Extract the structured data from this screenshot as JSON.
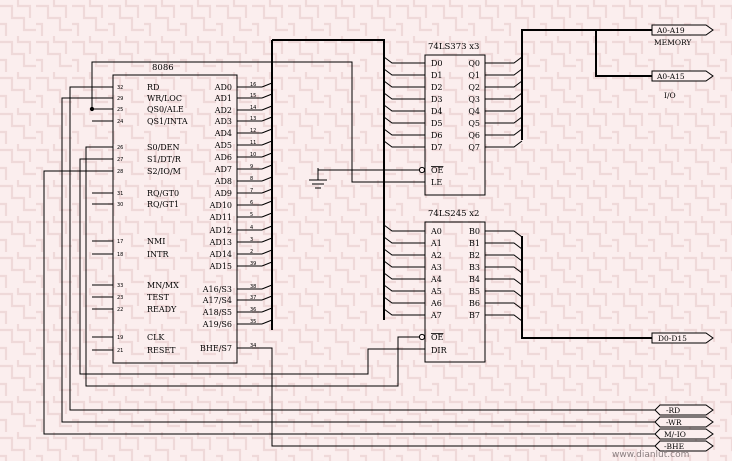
{
  "chips": {
    "cpu": {
      "title": "8086",
      "left": [
        {
          "pin": "32",
          "label": "RD"
        },
        {
          "pin": "29",
          "label": "WR/LOC"
        },
        {
          "pin": "25",
          "label": "QS0/ALE"
        },
        {
          "pin": "24",
          "label": "QS1/INTA"
        },
        {
          "pin": "26",
          "label": "S0/DEN"
        },
        {
          "pin": "27",
          "label": "S1/DT/R"
        },
        {
          "pin": "28",
          "label": "S2/IO/M"
        },
        {
          "pin": "31",
          "label": "RQ/GT0"
        },
        {
          "pin": "30",
          "label": "RQ/GT1"
        },
        {
          "pin": "17",
          "label": "NMI"
        },
        {
          "pin": "18",
          "label": "INTR"
        },
        {
          "pin": "33",
          "label": "MN/MX"
        },
        {
          "pin": "23",
          "label": "TEST"
        },
        {
          "pin": "22",
          "label": "READY"
        },
        {
          "pin": "19",
          "label": "CLK"
        },
        {
          "pin": "21",
          "label": "RESET"
        }
      ],
      "right": [
        {
          "pin": "16",
          "label": "AD0"
        },
        {
          "pin": "15",
          "label": "AD1"
        },
        {
          "pin": "14",
          "label": "AD2"
        },
        {
          "pin": "13",
          "label": "AD3"
        },
        {
          "pin": "12",
          "label": "AD4"
        },
        {
          "pin": "11",
          "label": "AD5"
        },
        {
          "pin": "10",
          "label": "AD6"
        },
        {
          "pin": "9",
          "label": "AD7"
        },
        {
          "pin": "8",
          "label": "AD8"
        },
        {
          "pin": "7",
          "label": "AD9"
        },
        {
          "pin": "6",
          "label": "AD10"
        },
        {
          "pin": "5",
          "label": "AD11"
        },
        {
          "pin": "4",
          "label": "AD12"
        },
        {
          "pin": "3",
          "label": "AD13"
        },
        {
          "pin": "2",
          "label": "AD14"
        },
        {
          "pin": "39",
          "label": "AD15"
        },
        {
          "pin": "38",
          "label": "A16/S3"
        },
        {
          "pin": "37",
          "label": "A17/S4"
        },
        {
          "pin": "36",
          "label": "A18/S5"
        },
        {
          "pin": "35",
          "label": "A19/S6"
        },
        {
          "pin": "34",
          "label": "BHE/S7"
        }
      ]
    },
    "latch": {
      "title": "74LS373 x3",
      "inputs": [
        "D0",
        "D1",
        "D2",
        "D3",
        "D4",
        "D5",
        "D6",
        "D7"
      ],
      "outputs": [
        "Q0",
        "Q1",
        "Q2",
        "Q3",
        "Q4",
        "Q5",
        "Q6",
        "Q7"
      ],
      "controls": [
        "OE",
        "LE"
      ]
    },
    "transceiver": {
      "title": "74LS245 x2",
      "a_side": [
        "A0",
        "A1",
        "A2",
        "A3",
        "A4",
        "A5",
        "A6",
        "A7"
      ],
      "b_side": [
        "B0",
        "B1",
        "B2",
        "B3",
        "B4",
        "B5",
        "B6",
        "B7"
      ],
      "controls": [
        "OE",
        "DIR"
      ]
    }
  },
  "buses": {
    "addr_memory": "A0-A19",
    "memory_label": "MEMORY",
    "addr_io": "A0-A15",
    "io_label": "I/O",
    "data": "D0-D15",
    "rd": "-RD",
    "wr": "-WR",
    "mio": "M/-IO",
    "bhe": "-BHE"
  },
  "watermark": "www.dianlut.com"
}
